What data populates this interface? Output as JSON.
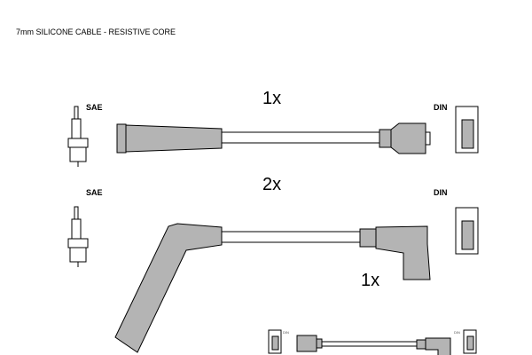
{
  "title": "7mm SILICONE CABLE - RESISTIVE CORE",
  "rows": [
    {
      "quantity": "1x",
      "left_label": "SAE",
      "right_label": "DIN"
    },
    {
      "quantity": "2x",
      "left_label": "SAE",
      "right_label": "DIN"
    },
    {
      "quantity": "1x",
      "left_label": "DIN",
      "right_label": "DIN"
    }
  ],
  "colors": {
    "boot": "#b4b4b4",
    "outline": "#000000"
  }
}
